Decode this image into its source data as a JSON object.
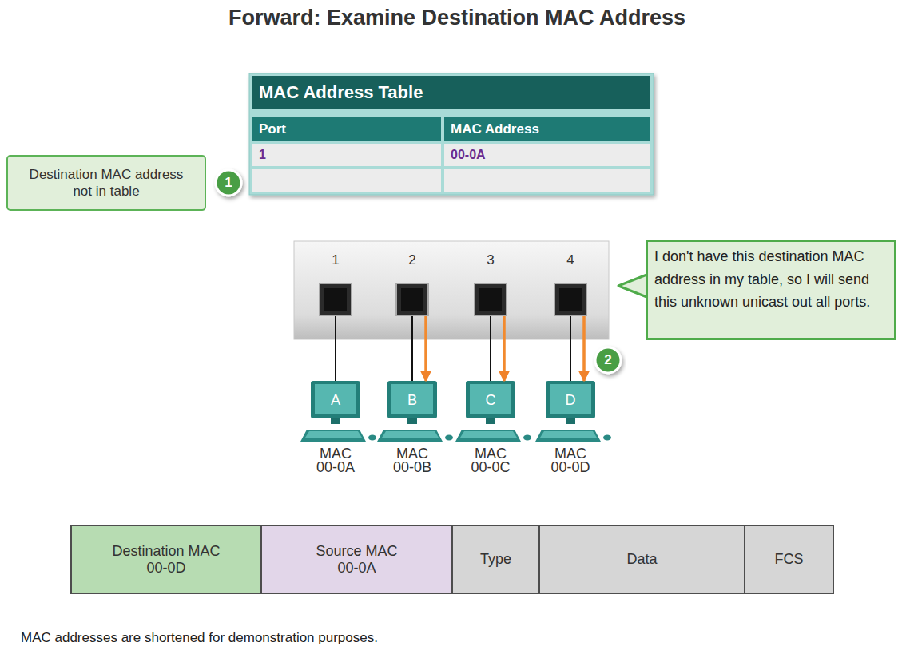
{
  "diagram": {
    "title": "Forward: Examine Destination MAC Address",
    "caption": "MAC addresses are shortened for demonstration purposes.",
    "nodes": [
      {
        "text": [
          "MAC Address Table"
        ]
      },
      {
        "text": [
          "Destination MAC address not in table"
        ]
      },
      {
        "text": [
          "I don't have this destination MAC address in my table, so I will send this unknown unicast out all ports."
        ]
      },
      {
        "text": [
          "1"
        ]
      },
      {
        "text": [
          "2"
        ]
      },
      {
        "text": [
          "3"
        ]
      },
      {
        "text": [
          "4"
        ]
      },
      {
        "text": [
          "A",
          "MAC 00-0A"
        ]
      },
      {
        "text": [
          "B",
          "MAC 00-0B"
        ]
      },
      {
        "text": [
          "C",
          "MAC 00-0C"
        ]
      },
      {
        "text": [
          "D",
          "MAC 00-0D"
        ]
      },
      {
        "text": [
          "Destination MAC 00-0D"
        ]
      },
      {
        "text": [
          "Source MAC 00-0A"
        ]
      },
      {
        "text": [
          "Type"
        ]
      },
      {
        "text": [
          "Data"
        ]
      },
      {
        "text": [
          "FCS"
        ]
      }
    ],
    "edges": [
      {
        "from": 3,
        "to": 7,
        "arrow": "none"
      },
      {
        "from": 4,
        "to": 8,
        "arrow": "none"
      },
      {
        "from": 5,
        "to": 9,
        "arrow": "none"
      },
      {
        "from": 6,
        "to": 10,
        "arrow": "none"
      },
      {
        "from": 4,
        "to": 8,
        "arrow": "to"
      },
      {
        "from": 5,
        "to": 9,
        "arrow": "to"
      },
      {
        "from": 6,
        "to": 10,
        "arrow": "to"
      }
    ],
    "labels": [
      "Port",
      "MAC Address",
      "1",
      "00-0A",
      "1",
      "2"
    ]
  }
}
